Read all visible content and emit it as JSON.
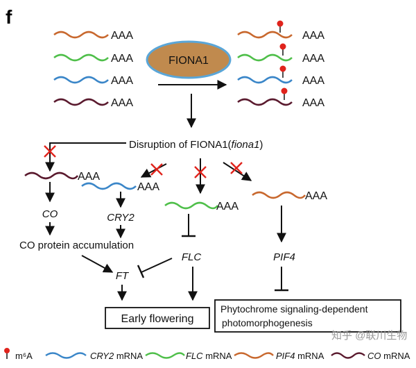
{
  "panel_letter": "f",
  "poly_a": "AAA",
  "fiona1": "FIONA1",
  "disruption": {
    "prefix": "Disruption of FIONA1(",
    "italic": "fiona1",
    "suffix": ")"
  },
  "genes": {
    "co": "CO",
    "cry2": "CRY2",
    "flc": "FLC",
    "pif4": "PIF4",
    "ft": "FT"
  },
  "co_protein": "CO protein accumulation",
  "early_flowering": "Early flowering",
  "phytochrome": {
    "line1": "Phytochrome signaling-dependent",
    "line2": "photomorphogenesis"
  },
  "legend": {
    "m6a": "m⁶A",
    "cry2_mrna_gene": "CRY2",
    "flc_mrna_gene": "FLC",
    "pif4_mrna_gene": "PIF4",
    "co_mrna_gene": "CO",
    "mrna": "mRNA"
  },
  "watermark": "知乎 @联川生物",
  "colors": {
    "pif4": "#c8682e",
    "flc": "#4fbf4a",
    "cry2": "#3a86c8",
    "co": "#5a1a2e",
    "m6a": "#e0231c",
    "fiona1_fill": "#c08a4e",
    "fiona1_stroke": "#5aa6d8",
    "cross": "#e0231c"
  }
}
